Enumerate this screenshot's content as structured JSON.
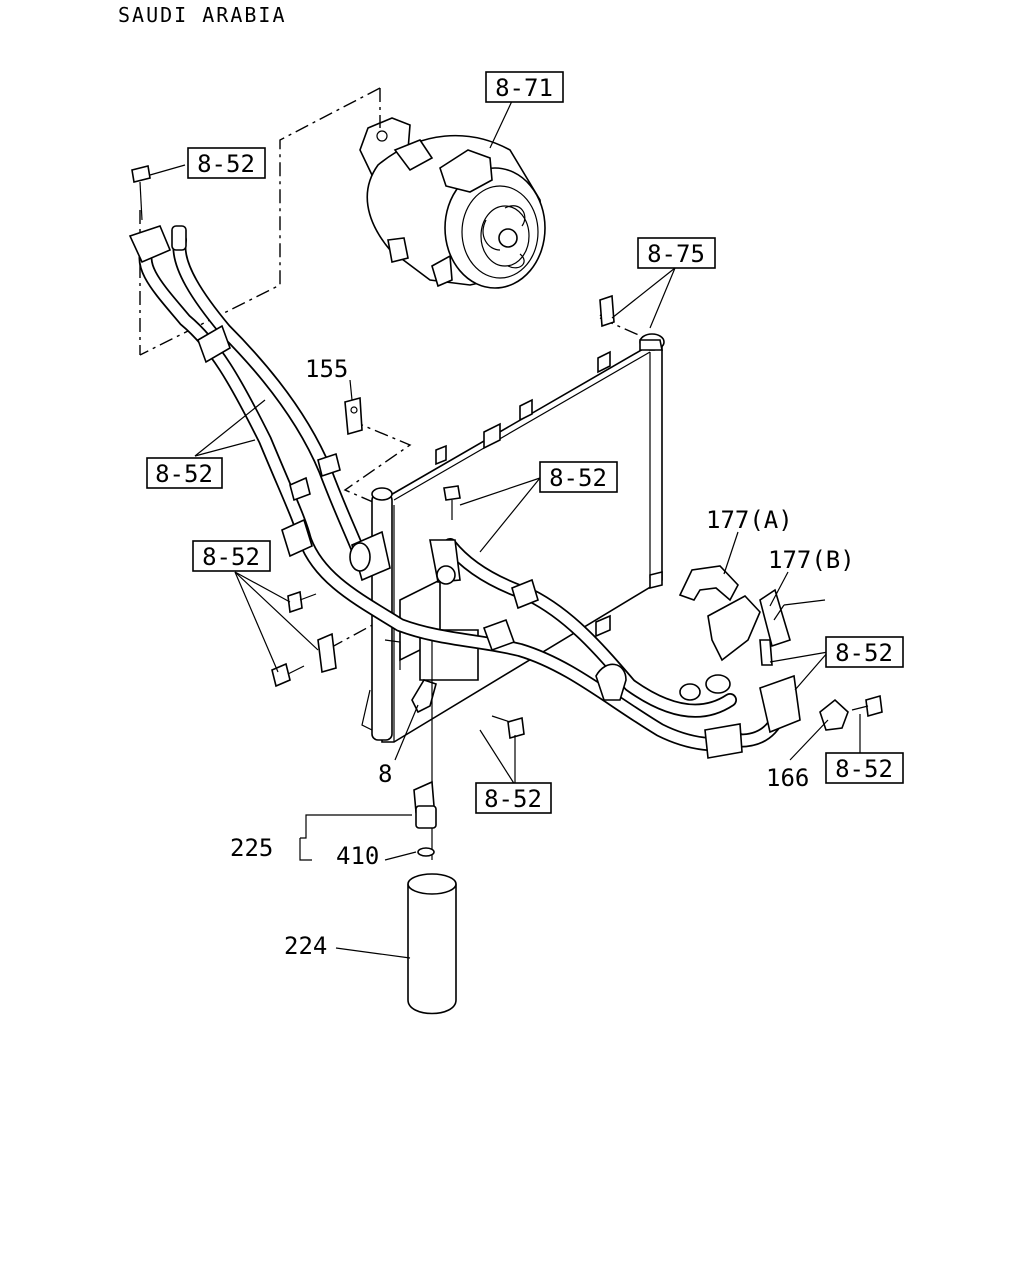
{
  "header": {
    "region": "SAUDI ARABIA"
  },
  "refs": {
    "compressor": "8-71",
    "condenser_bracket": "8-75",
    "top_bolt": "8-52",
    "hoses_left": "8-52",
    "hose_upper_mid": "8-52",
    "left_bolts": "8-52",
    "right_upper": "8-52",
    "right_lower": "8-52",
    "bottom_center": "8-52"
  },
  "callouts": {
    "bracket": "155",
    "clip_a": "177(A)",
    "clip_b": "177(B)",
    "clamp": "166",
    "switch": "8",
    "receiver_kit": "225",
    "o_ring": "410",
    "receiver_drier": "224"
  }
}
